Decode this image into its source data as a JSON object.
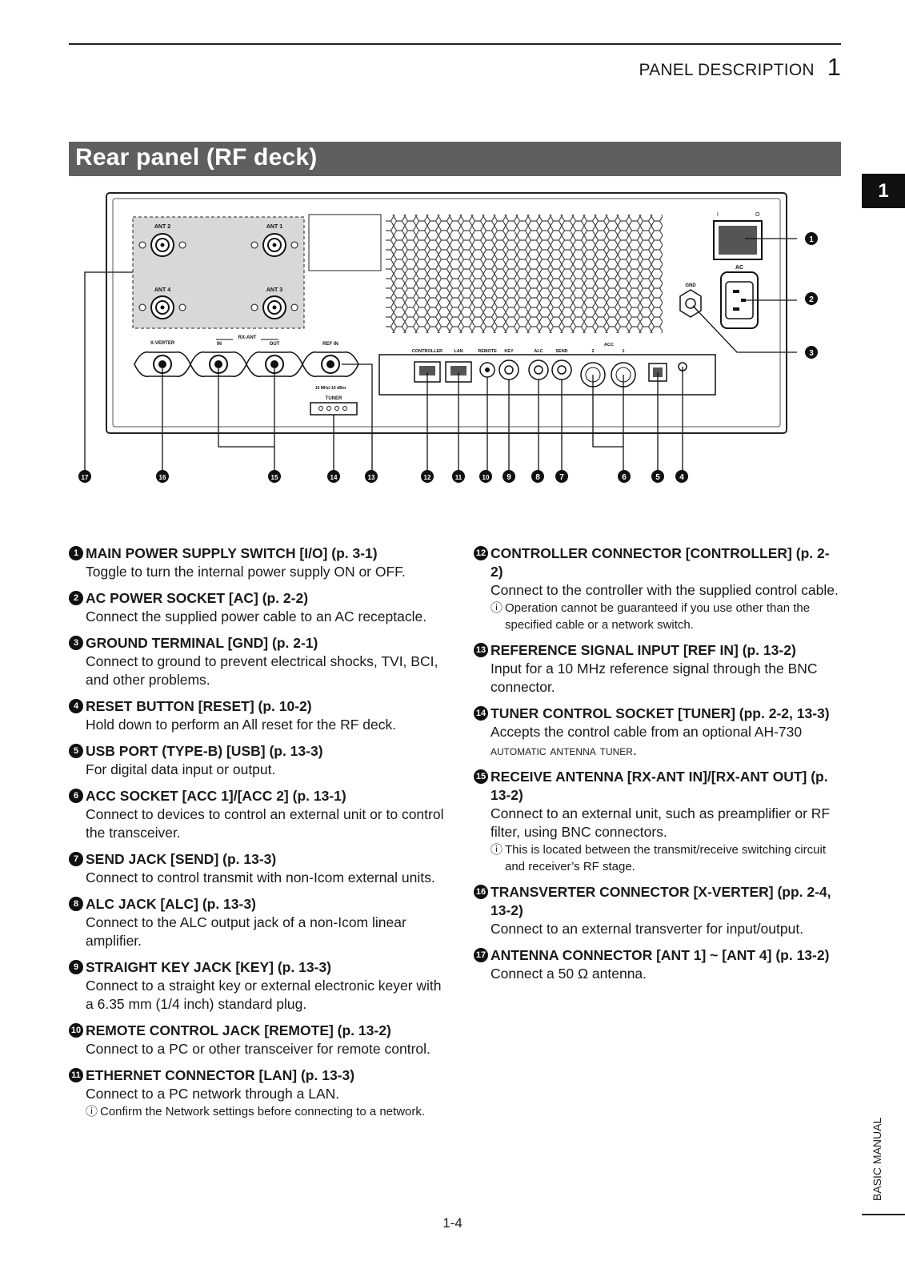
{
  "header": {
    "section": "PANEL DESCRIPTION",
    "chapter": "1"
  },
  "tab": "1",
  "title": "Rear panel (RF deck)",
  "diagram": {
    "ant_labels": [
      "ANT 2",
      "ANT 1",
      "ANT 4",
      "ANT 3"
    ],
    "xverter": "X-VERTER",
    "rxant": "RX-ANT",
    "rxin": "IN",
    "rxout": "OUT",
    "refin": "REF IN",
    "refnote": "10 MHz/-10 dBm",
    "tuner": "TUNER",
    "controller": "CONTROLLER",
    "lan": "LAN",
    "remote": "REMOTE",
    "key": "KEY",
    "alc": "ALC",
    "send": "SEND",
    "acc": "ACC",
    "acc2": "2",
    "acc1": "1",
    "gnd": "GND",
    "ac": "AC",
    "sw_i": "I",
    "sw_o": "O"
  },
  "items_left": [
    {
      "n": "1",
      "head": "MAIN POWER SUPPLY SWITCH [I/O] (p. 3-1)",
      "desc": "Toggle to turn the internal power supply ON or OFF."
    },
    {
      "n": "2",
      "head": "AC POWER SOCKET [AC] (p. 2-2)",
      "desc": "Connect the supplied power cable to an AC receptacle."
    },
    {
      "n": "3",
      "head": "GROUND TERMINAL [GND] (p. 2-1)",
      "desc": "Connect to ground to prevent electrical shocks, TVI, BCI, and other problems."
    },
    {
      "n": "4",
      "head": "RESET BUTTON [RESET] (p. 10-2)",
      "desc": "Hold down to perform an All reset for the RF deck."
    },
    {
      "n": "5",
      "head": "USB PORT (TYPE-B) [USB] (p. 13-3)",
      "desc": "For digital data input or output."
    },
    {
      "n": "6",
      "head": "ACC SOCKET [ACC 1]/[ACC 2] (p. 13-1)",
      "desc": "Connect to devices to control an external unit or to control the transceiver."
    },
    {
      "n": "7",
      "head": "SEND JACK [SEND] (p. 13-3)",
      "desc": "Connect to control transmit with non-Icom external units."
    },
    {
      "n": "8",
      "head": "ALC JACK [ALC] (p. 13-3)",
      "desc": "Connect to the ALC output jack of a non-Icom linear amplifier."
    },
    {
      "n": "9",
      "head": "STRAIGHT KEY JACK [KEY] (p. 13-3)",
      "desc": "Connect to a straight key or external electronic keyer with a 6.35 mm (1/4 inch) standard plug."
    },
    {
      "n": "10",
      "head": "REMOTE CONTROL JACK [REMOTE] (p. 13-2)",
      "desc": "Connect to a PC or other transceiver for remote control."
    },
    {
      "n": "11",
      "head": "ETHERNET CONNECTOR [LAN] (p. 13-3)",
      "desc": "Connect to a PC network through a LAN.",
      "note": "Confirm the Network settings before connecting to a network."
    }
  ],
  "items_right": [
    {
      "n": "12",
      "head": "CONTROLLER CONNECTOR [CONTROLLER] (p. 2-2)",
      "desc": "Connect to the controller with the supplied control cable.",
      "note": "Operation cannot be guaranteed if you use other than the specified cable or a network switch."
    },
    {
      "n": "13",
      "head": "REFERENCE SIGNAL INPUT [REF IN] (p. 13-2)",
      "desc": "Input for a 10 MHz reference signal through the BNC connector."
    },
    {
      "n": "14",
      "head": "TUNER CONTROL SOCKET [TUNER] (pp. 2-2, 13-3)",
      "desc": "Accepts the control cable from an optional AH-730",
      "desc2": "automatic antenna tuner."
    },
    {
      "n": "15",
      "head": "RECEIVE ANTENNA [RX-ANT IN]/[RX-ANT OUT] (p. 13-2)",
      "desc": "Connect to an external unit, such as preamplifier or RF filter, using BNC connectors.",
      "note": "This is located between the transmit/receive switching circuit and receiver’s RF stage."
    },
    {
      "n": "16",
      "head": "TRANSVERTER CONNECTOR [X-VERTER] (pp. 2-4, 13-2)",
      "desc": "Connect to an external transverter for input/output."
    },
    {
      "n": "17",
      "head": "ANTENNA CONNECTOR [ANT 1] ~ [ANT 4] (p. 13-2)",
      "desc": "Connect a 50 Ω antenna."
    }
  ],
  "note_icon": "info-icon",
  "footer": "1-4",
  "side_label": "BASIC MANUAL"
}
